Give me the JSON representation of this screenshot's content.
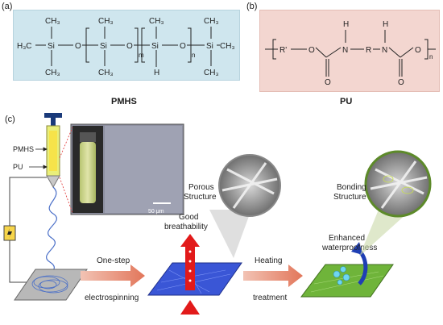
{
  "panels": {
    "a": {
      "label": "(a)",
      "caption": "PMHS",
      "bg": "#cfe6ee"
    },
    "b": {
      "label": "(b)",
      "caption": "PU",
      "bg": "#f3d6d0"
    },
    "c": {
      "label": "(c)"
    }
  },
  "pmhs_formula": {
    "ch3": "CH₃",
    "h3c": "H₃C",
    "si": "Si",
    "o": "O",
    "h": "H",
    "sub_m": "m",
    "sub_n": "n"
  },
  "pu_formula": {
    "r_prime": "R'",
    "o": "O",
    "n": "N",
    "h": "H",
    "r": "R",
    "sub_n": "n"
  },
  "process": {
    "syringe_labels": [
      "PMHS",
      "PU"
    ],
    "scale_bar": "50 μm",
    "porous_structure": [
      "Porous",
      "Structure"
    ],
    "good_breathability": [
      "Good",
      "breathability"
    ],
    "step1_top": "One-step",
    "step1_bottom": "electrospinning",
    "step2_top": "Heating",
    "step2_bottom": "treatment",
    "bonding_structure": [
      "Bonding",
      "Structure"
    ],
    "enhanced_waterproofness": [
      "Enhanced",
      "waterproofness"
    ]
  },
  "colors": {
    "mat_blue": "#3a56d6",
    "mat_green": "#6fb43a",
    "arrow_red": "#e21a1a",
    "arrow_blue": "#1f3fb4",
    "process_arrow": "#e88a6f",
    "fiber_blue": "#4a6fc8",
    "water_drop": "#6fd6f0"
  }
}
